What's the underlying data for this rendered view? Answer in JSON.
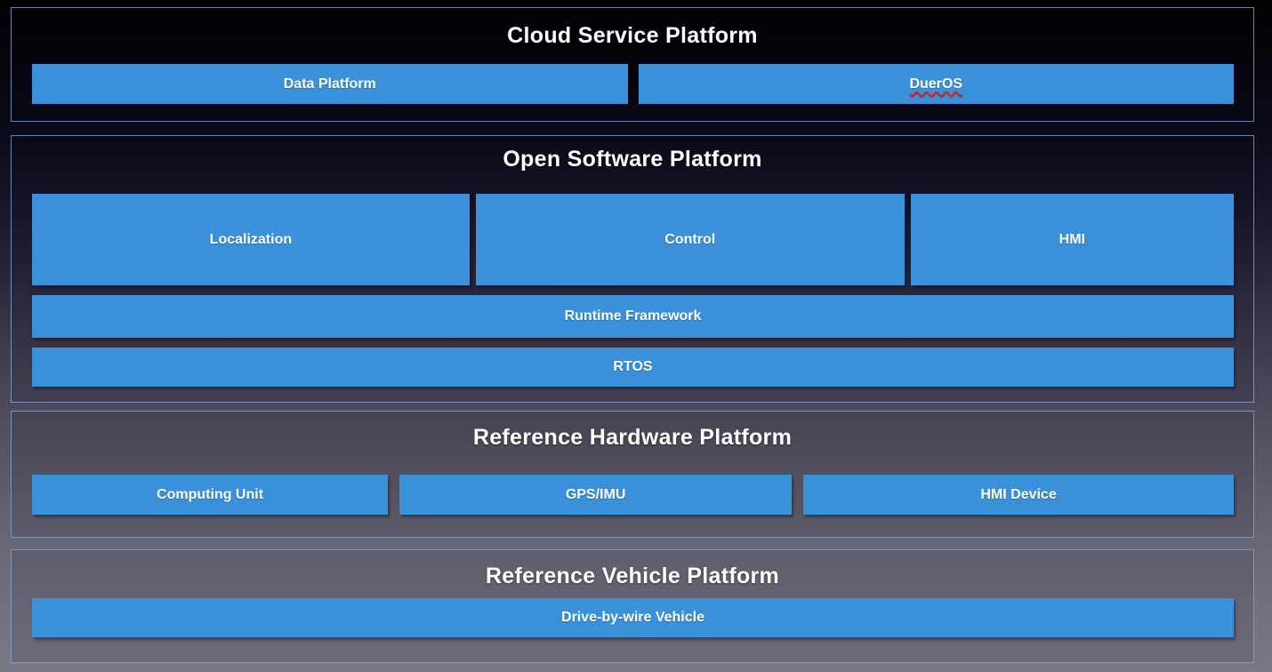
{
  "diagram": {
    "kind": "layered-architecture",
    "colors": {
      "box_fill": "#3a91d9",
      "section_border": "#92a6cd",
      "title_text": "#ffffff",
      "box_text": "#ffffff",
      "spellcheck_marker": "#e01b1b",
      "background_top": "#010102",
      "background_bottom": "#797884"
    },
    "sections": [
      {
        "title": "Cloud Service Platform",
        "rows": [
          {
            "boxes": [
              {
                "label": "Data Platform"
              },
              {
                "label": "DuerOS",
                "spellcheck_underline": true
              }
            ]
          }
        ]
      },
      {
        "title": "Open Software Platform",
        "rows": [
          {
            "boxes": [
              {
                "label": "Localization"
              },
              {
                "label": "Control"
              },
              {
                "label": "HMI"
              }
            ]
          },
          {
            "boxes": [
              {
                "label": "Runtime Framework"
              }
            ]
          },
          {
            "boxes": [
              {
                "label": "RTOS"
              }
            ]
          }
        ]
      },
      {
        "title": "Reference Hardware Platform",
        "rows": [
          {
            "boxes": [
              {
                "label": "Computing Unit"
              },
              {
                "label": "GPS/IMU"
              },
              {
                "label": "HMI Device"
              }
            ]
          }
        ]
      },
      {
        "title": "Reference Vehicle Platform",
        "rows": [
          {
            "boxes": [
              {
                "label": "Drive-by-wire Vehicle"
              }
            ]
          }
        ]
      }
    ]
  }
}
